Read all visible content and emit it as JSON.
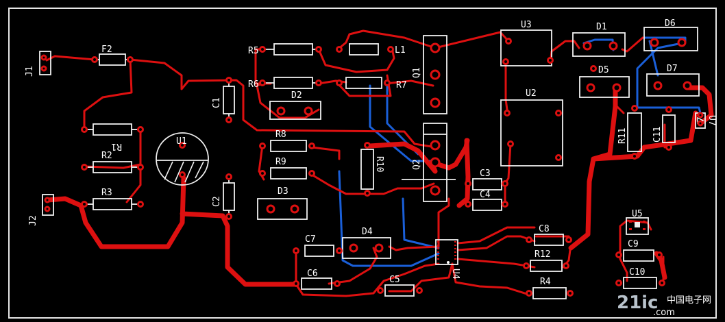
{
  "labels": {
    "J1": "J1",
    "J2": "J2",
    "F2": "F2",
    "R1": "R1",
    "R2": "R2",
    "R3": "R3",
    "U1": "U1",
    "C1": "C1",
    "C2": "C2",
    "R5": "R5",
    "R6": "R6",
    "D2": "D2",
    "R8": "R8",
    "R9": "R9",
    "D3": "D3",
    "L1": "L1",
    "R7": "R7",
    "Q1": "Q1",
    "Q2": "Q2",
    "R10": "R10",
    "U3": "U3",
    "U2": "U2",
    "C3": "C3",
    "C4": "C4",
    "D1": "D1",
    "D6": "D6",
    "D5": "D5",
    "D7": "D7",
    "R11": "R11",
    "C11": "C11",
    "U7": "U7",
    "C7": "C7",
    "D4": "D4",
    "C6": "C6",
    "C5": "C5",
    "U4": "U4",
    "C8": "C8",
    "R12": "R12",
    "R4": "R4",
    "U5": "U5",
    "C9": "C9",
    "C10": "C10"
  },
  "watermark": {
    "logo": "21ic",
    "suffix": ".com",
    "cn": "中国电子网"
  },
  "colors": {
    "background": "#000000",
    "top_copper": "#dd1010",
    "bottom_copper": "#1a5fd8",
    "silkscreen": "#ffffff",
    "pad": "#dd1010"
  }
}
